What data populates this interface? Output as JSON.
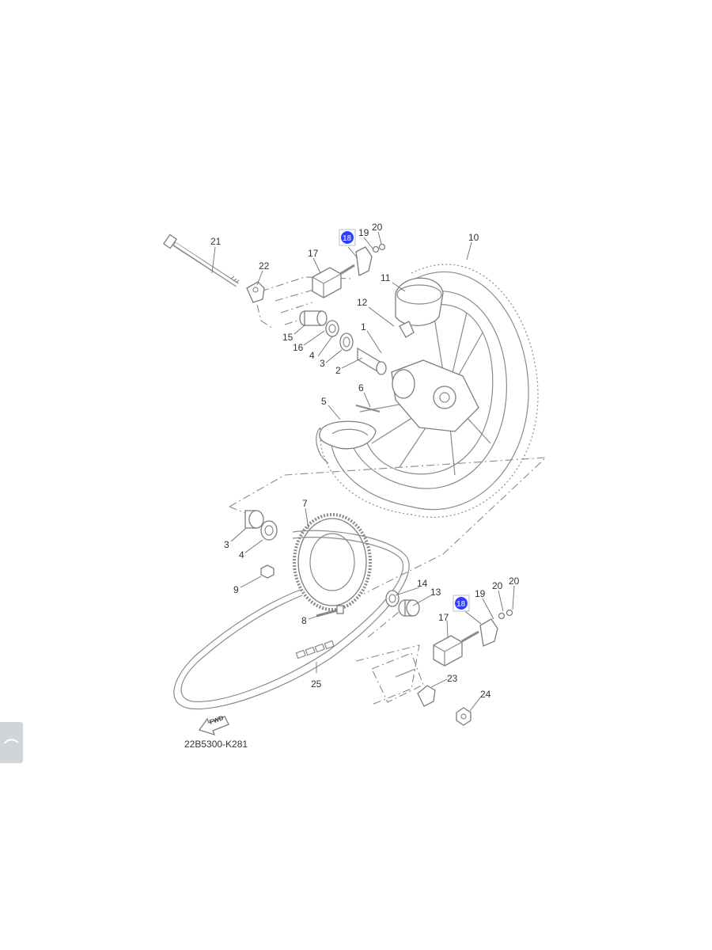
{
  "diagram": {
    "code": "22B5300-K281",
    "fwd_label": "FWD",
    "labels": {
      "n1": "1",
      "n2": "2",
      "n3a": "3",
      "n3b": "3",
      "n4a": "4",
      "n4b": "4",
      "n5": "5",
      "n6": "6",
      "n7": "7",
      "n8": "8",
      "n9": "9",
      "n10": "10",
      "n11": "11",
      "n12": "12",
      "n13": "13",
      "n14": "14",
      "n15": "15",
      "n16": "16",
      "n17a": "17",
      "n17b": "17",
      "n18a": "18",
      "n18b": "18",
      "n19a": "19",
      "n19b": "19",
      "n20a": "20",
      "n20b": "20",
      "n20c": "20",
      "n21": "21",
      "n22": "22",
      "n23": "23",
      "n24": "24",
      "n25": "25"
    },
    "highlight_color": "#2f3dff"
  }
}
